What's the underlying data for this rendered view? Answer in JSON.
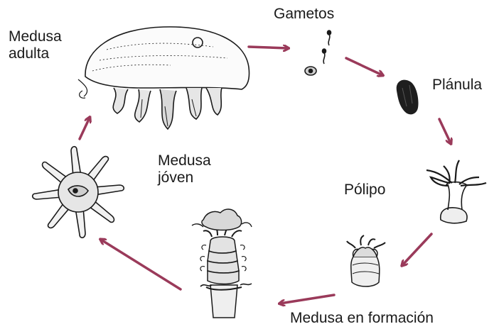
{
  "stages": {
    "adult": {
      "line1": "Medusa",
      "line2": "adulta"
    },
    "gametes": "Gametos",
    "planula": "Plánula",
    "polyp": "Pólipo",
    "forming": "Medusa en formación",
    "young": {
      "line1": "Medusa",
      "line2": "jóven"
    }
  },
  "colors": {
    "arrow": "#9a3a5a",
    "ink": "#1a1a1a"
  },
  "icons": [
    "adult-jellyfish-icon",
    "gametes-icon",
    "planula-icon",
    "polyp-icon",
    "strobila-icon",
    "young-jellyfish-icon"
  ]
}
